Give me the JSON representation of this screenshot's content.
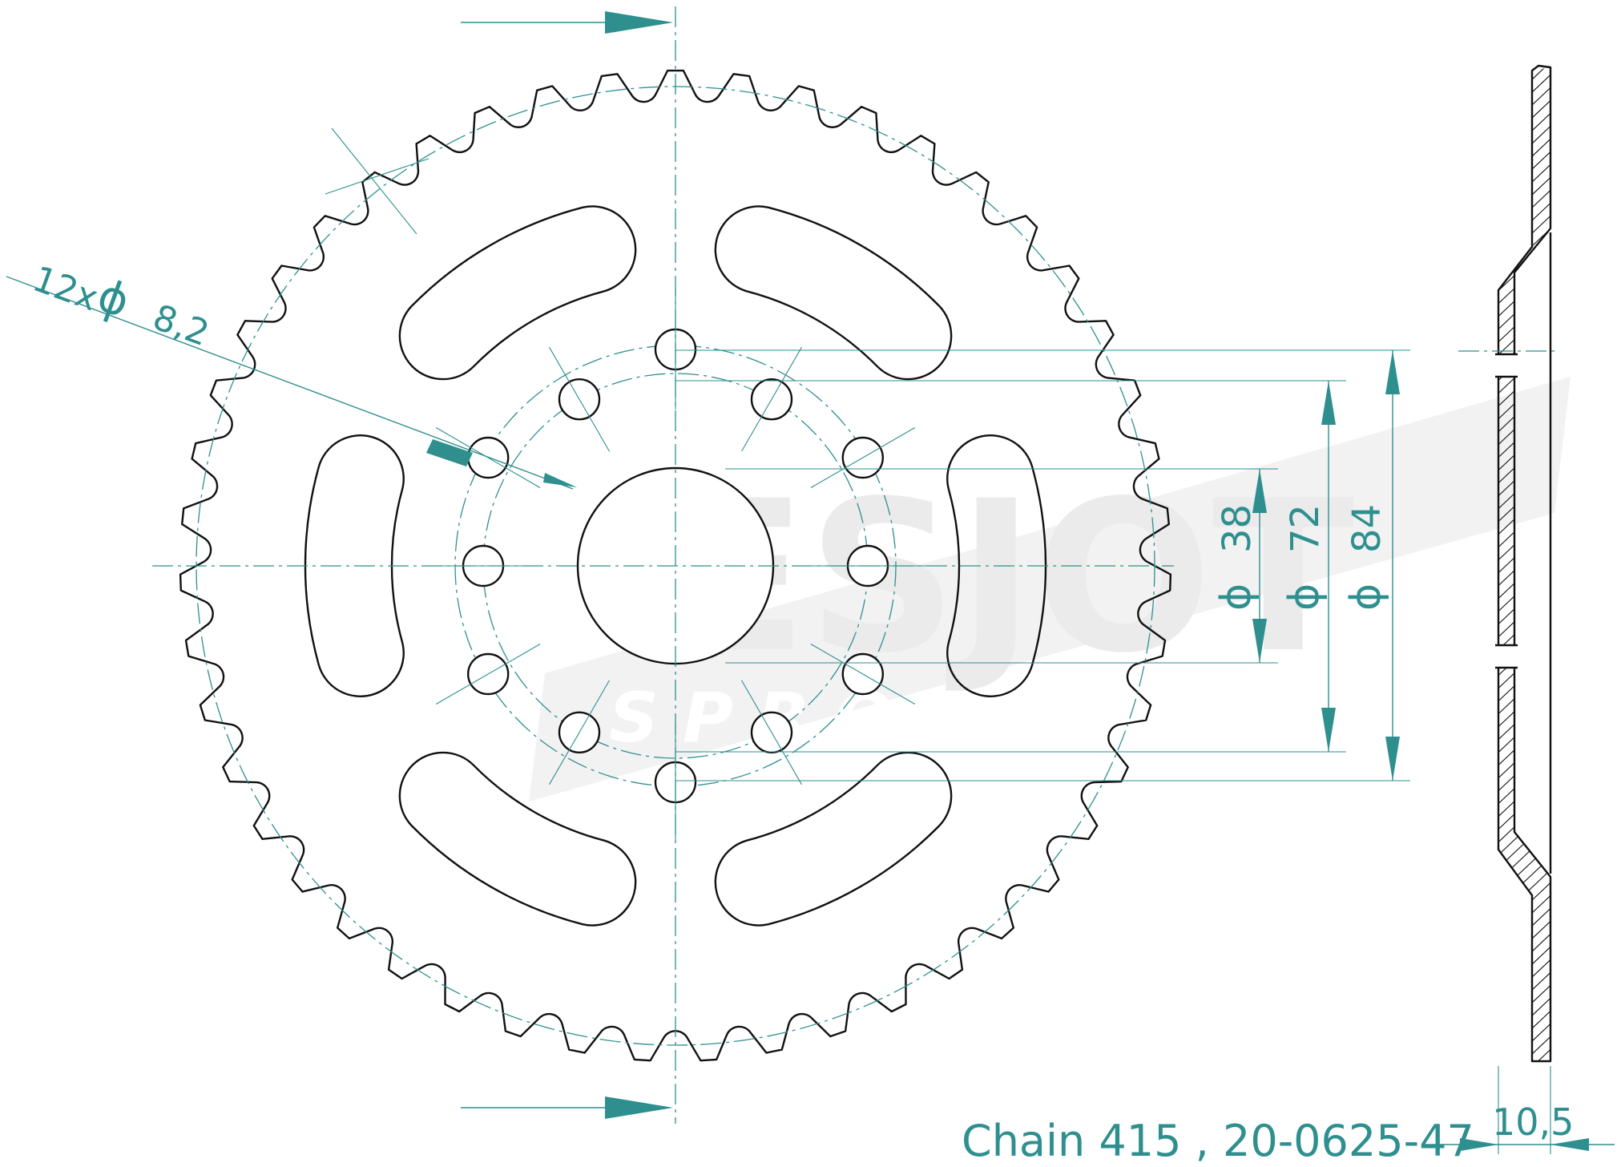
{
  "labels": {
    "holes_count": "12x",
    "holes_diameter": "8,2",
    "diam_inner": "38",
    "diam_bolt_inner": "72",
    "diam_bolt_outer": "84",
    "thickness": "10,5",
    "caption": "Chain 415 , 20-0625-47",
    "diameter_symbol": "ϕ"
  },
  "watermark": {
    "brand": "ESJOT",
    "subtitle": "SPROCKETS"
  },
  "sprocket": {
    "teeth": 47,
    "mounting_holes": 12,
    "slots": 6
  },
  "colors": {
    "dimension": "#2f8f8f",
    "outline": "#111111",
    "watermark": "#e4e4e4"
  }
}
